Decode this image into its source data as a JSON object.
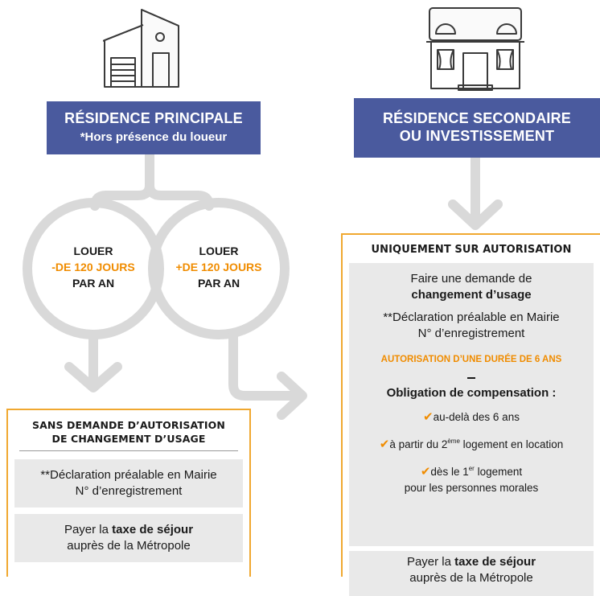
{
  "left": {
    "header_line1": "RÉSIDENCE PRINCIPALE",
    "header_line2": "*Hors présence du loueur",
    "option_a": {
      "line1": "LOUER",
      "line2": "-DE 120 JOURS",
      "line3": "PAR AN"
    },
    "option_b": {
      "line1": "LOUER",
      "line2": "+DE 120 JOURS",
      "line3": "PAR AN"
    },
    "panel": {
      "title_line1": "SANS DEMANDE D’AUTORISATION",
      "title_line2": "DE CHANGEMENT D’USAGE",
      "declaration_line1": "**Déclaration préalable en Mairie",
      "declaration_line2": "N° d’enregistrement",
      "tax_prefix": "Payer la ",
      "tax_bold": "taxe de séjour",
      "tax_line2": "auprès de la Métropole"
    }
  },
  "right": {
    "header_line1": "RÉSIDENCE SECONDAIRE",
    "header_line2": "OU INVESTISSEMENT",
    "panel": {
      "title": "UNIQUEMENT SUR AUTORISATION",
      "request_line1": "Faire une demande de",
      "request_line2": "changement d’usage",
      "declaration_line1": "**Déclaration préalable en Mairie",
      "declaration_line2": "N° d’enregistrement",
      "duration": "AUTORISATION D’UNE DURÉE DE 6 ANS",
      "obligation": "Obligation de compensation :",
      "check1": "au-delà des 6 ans",
      "check2_prefix": "à partir du 2",
      "check2_sup": "ème",
      "check2_suffix": " logement en location",
      "check3_prefix": "dès le 1",
      "check3_sup": "er",
      "check3_suffix": " logement",
      "check3_line2": "pour les personnes morales",
      "tax_prefix": "Payer la ",
      "tax_bold": "taxe de séjour",
      "tax_line2": "auprès de la Métropole"
    }
  },
  "colors": {
    "header_bg": "#4a5a9e",
    "accent": "#f08c00",
    "connector": "#d9d9d9",
    "panel_border": "#f0a830",
    "grey_box": "#e9e9e9"
  },
  "icons": {
    "left_house": "modern-house-icon",
    "right_house": "classic-house-icon",
    "check": "checkmark-icon"
  }
}
